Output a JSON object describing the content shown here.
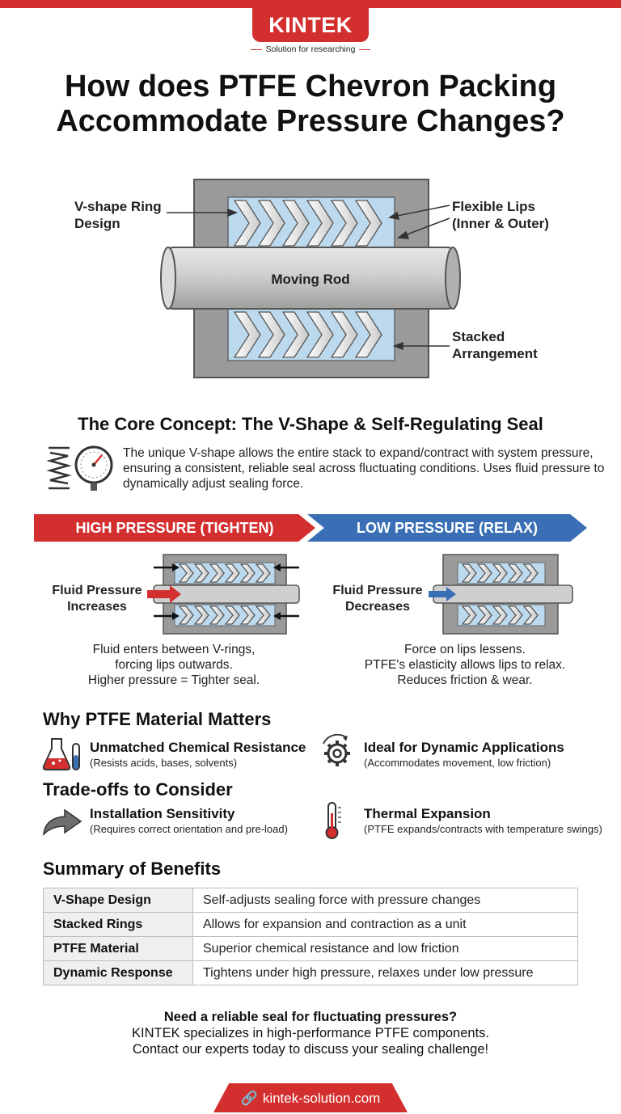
{
  "brand": {
    "name": "KINTEK",
    "tagline": "Solution for researching",
    "primary_color": "#d32f2f",
    "secondary_color": "#3a6fb5"
  },
  "title": "How does PTFE Chevron Packing Accommodate Pressure Changes?",
  "diagram": {
    "label_vshape": "V-shape Ring Design",
    "label_lips": "Flexible Lips (Inner & Outer)",
    "label_rod": "Moving Rod",
    "label_stacked": "Stacked Arrangement"
  },
  "core": {
    "heading": "The Core Concept: The V-Shape & Self-Regulating Seal",
    "text": "The unique V-shape allows the entire stack to expand/contract with system pressure, ensuring a consistent, reliable seal across fluctuating conditions. Uses fluid pressure to dynamically adjust sealing force.",
    "icons": [
      "spring-icon",
      "pressure-gauge-icon"
    ]
  },
  "high": {
    "banner": "HIGH PRESSURE (TIGHTEN)",
    "label_line1": "Fluid Pressure",
    "label_line2": "Increases",
    "desc1": "Fluid enters between V-rings,",
    "desc2": "forcing lips outwards.",
    "desc3": "Higher pressure = Tighter seal."
  },
  "low": {
    "banner": "LOW PRESSURE (RELAX)",
    "label_line1": "Fluid Pressure",
    "label_line2": "Decreases",
    "desc1": "Force on lips lessens.",
    "desc2": "PTFE's elasticity allows lips to relax.",
    "desc3": "Reduces friction & wear."
  },
  "material": {
    "heading": "Why PTFE Material Matters",
    "items": [
      {
        "icon": "flask-icon",
        "title": "Unmatched Chemical Resistance",
        "sub": "(Resists acids, bases, solvents)"
      },
      {
        "icon": "gear-icon",
        "title": "Ideal for Dynamic Applications",
        "sub": "(Accommodates movement, low friction)"
      }
    ]
  },
  "tradeoffs": {
    "heading": "Trade-offs to Consider",
    "items": [
      {
        "icon": "curved-arrow-icon",
        "title": "Installation Sensitivity",
        "sub": "(Requires correct orientation and pre-load)"
      },
      {
        "icon": "thermometer-icon",
        "title": "Thermal Expansion",
        "sub": "(PTFE expands/contracts with temperature swings)"
      }
    ]
  },
  "summary": {
    "heading": "Summary of Benefits",
    "rows": [
      {
        "key": "V-Shape Design",
        "value": "Self-adjusts sealing force with pressure changes"
      },
      {
        "key": "Stacked Rings",
        "value": "Allows for expansion and contraction as a unit"
      },
      {
        "key": "PTFE Material",
        "value": "Superior chemical resistance and low friction"
      },
      {
        "key": "Dynamic Response",
        "value": "Tightens under high pressure, relaxes under low pressure"
      }
    ]
  },
  "cta": {
    "headline": "Need a reliable seal for fluctuating pressures?",
    "line2": "KINTEK specializes in high-performance PTFE components.",
    "line3": "Contact our experts today to discuss your sealing challenge!"
  },
  "footer": {
    "url": "kintek-solution.com"
  }
}
